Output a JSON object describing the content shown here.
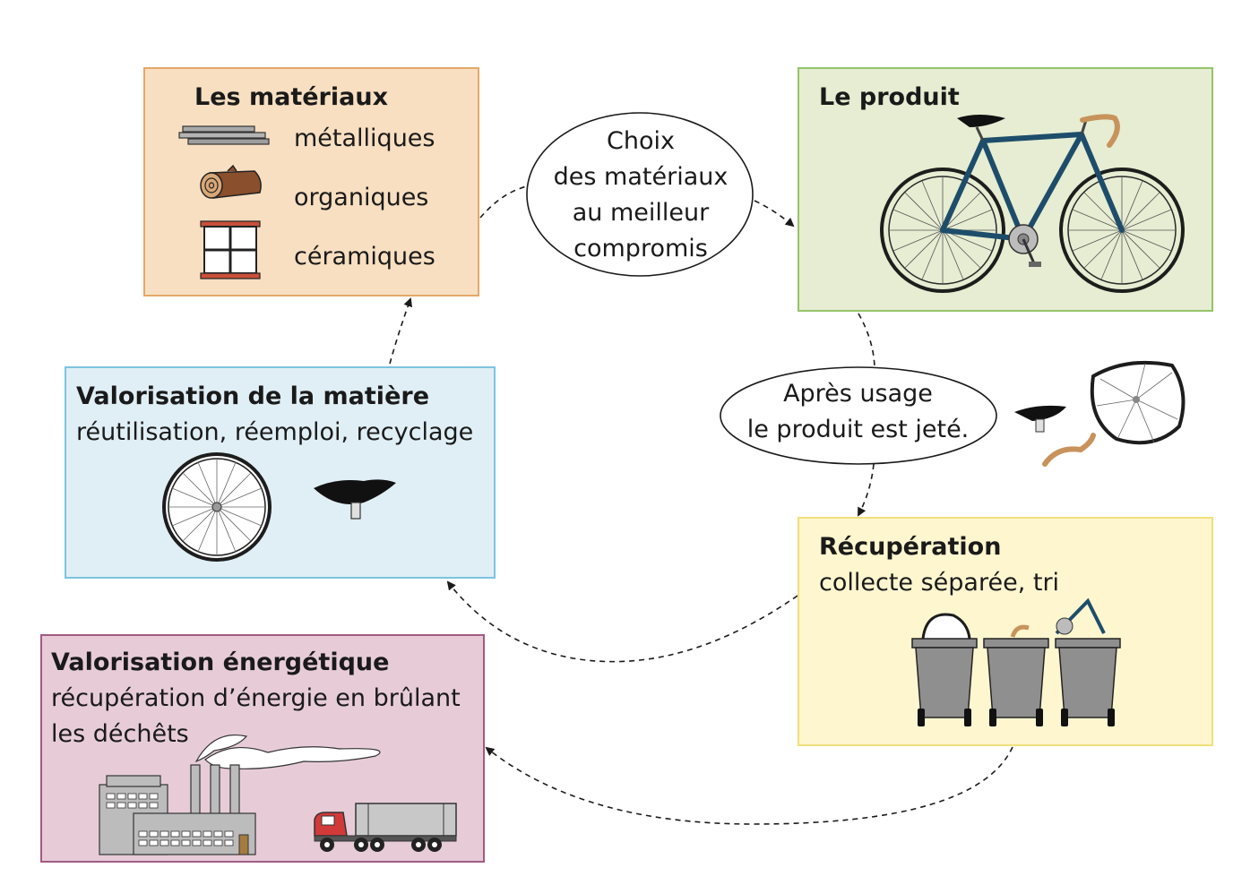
{
  "materials": {
    "title": "Les matériaux",
    "items": [
      {
        "label": "métalliques",
        "icon": "metal-bars-icon"
      },
      {
        "label": "organiques",
        "icon": "wood-log-icon"
      },
      {
        "label": "céramiques",
        "icon": "window-icon"
      }
    ]
  },
  "choice": {
    "lines": [
      "Choix",
      "des matériaux",
      "au meilleur",
      "compromis"
    ]
  },
  "product": {
    "title": "Le produit",
    "icon": "bicycle-icon"
  },
  "usage": {
    "lines": [
      "Après usage",
      "le produit est jeté."
    ]
  },
  "recovery": {
    "title": "Récupération",
    "subtitle": "collecte séparée, tri",
    "icon": "trash-bins-icon"
  },
  "material_valorization": {
    "title": "Valorisation de la matière",
    "subtitle": "réutilisation, réemploi, recyclage",
    "icons": [
      "wheel-icon",
      "saddle-icon"
    ]
  },
  "energy_valorization": {
    "title": "Valorisation énergétique",
    "subtitle_lines": [
      "récupération d’énergie en brûlant",
      "les déchêts"
    ],
    "icons": [
      "factory-icon",
      "truck-icon"
    ]
  },
  "colors": {
    "materials_bg": "#f8dfc1",
    "product_bg": "#e6edd2",
    "valorization_bg": "#e0eff5",
    "recovery_bg": "#fdf6cf",
    "energy_bg": "#e7ccd8"
  }
}
